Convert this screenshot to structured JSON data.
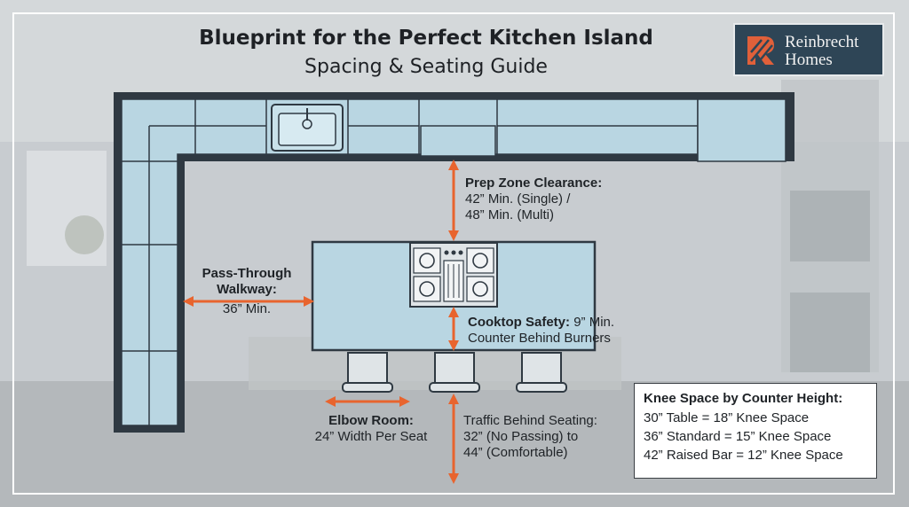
{
  "header": {
    "title": "Blueprint for the Perfect Kitchen Island",
    "subtitle": "Spacing & Seating Guide"
  },
  "brand": {
    "logo_icon": "stylized-r-logo",
    "name_line1": "Reinbrecht",
    "name_line2": "Homes",
    "logo_bg": "#2e4556",
    "logo_accent": "#e0603a"
  },
  "colors": {
    "cabinet_fill": "#b9d6e2",
    "outline": "#2f3942",
    "arrow": "#e8642e"
  },
  "annotations": {
    "prep_zone": {
      "title": "Prep Zone Clearance:",
      "line1": "42” Min. (Single) /",
      "line2": "48” Min. (Multi)"
    },
    "pass_through": {
      "title_line1": "Pass-Through",
      "title_line2": "Walkway:",
      "value": "36” Min."
    },
    "cooktop_safety": {
      "title": "Cooktop Safety:",
      "value": "9” Min.",
      "line2": "Counter Behind Burners"
    },
    "elbow_room": {
      "title": "Elbow Room:",
      "value": "24” Width Per Seat"
    },
    "traffic": {
      "line1": "Traffic Behind Seating:",
      "line2": "32” (No Passing) to",
      "line3": "44” (Comfortable)"
    }
  },
  "knee_space": {
    "title": "Knee Space by Counter Height:",
    "rows": [
      "30” Table = 18” Knee Space",
      "36” Standard = 15” Knee Space",
      "42” Raised Bar = 12” Knee Space"
    ]
  }
}
